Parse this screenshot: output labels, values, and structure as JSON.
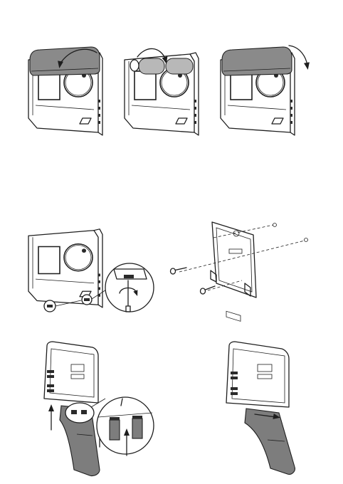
{
  "colors": {
    "cover": "#8a8a8a",
    "cover_light": "#b8b8b8",
    "cable": "#7d7d7d",
    "outline": "#1e1e1e"
  },
  "steps": [
    {
      "id": "step-1",
      "action": "cover-rotate-toward-front"
    },
    {
      "id": "step-2",
      "action": "cover-split-rotate"
    },
    {
      "id": "step-3",
      "action": "cover-rotate-away"
    },
    {
      "id": "step-4",
      "action": "release-clip-with-screwdriver"
    },
    {
      "id": "step-5",
      "action": "screw-wall-plate"
    },
    {
      "id": "step-6",
      "action": "insert-ribbon-cable-into-slots"
    },
    {
      "id": "step-7",
      "action": "connect-ribbon-cable"
    }
  ]
}
